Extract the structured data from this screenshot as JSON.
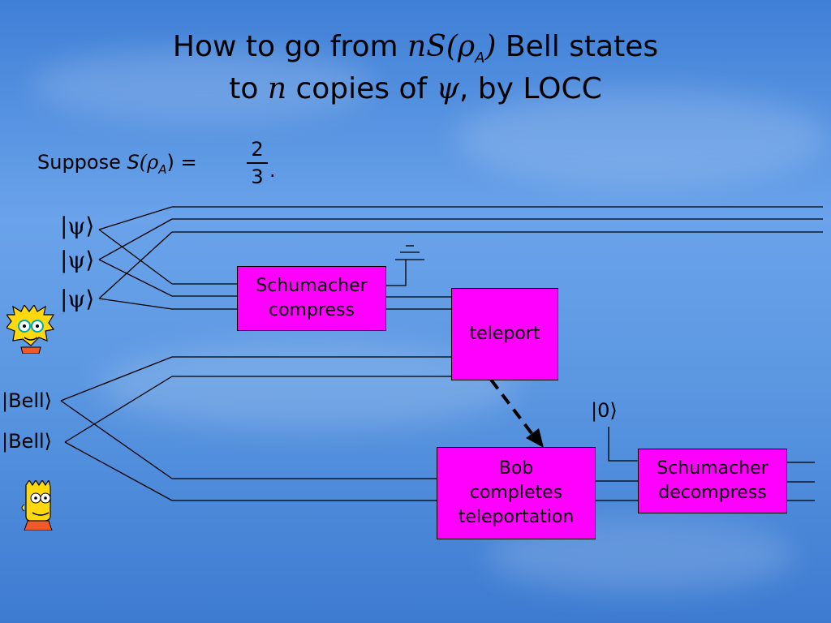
{
  "title": {
    "line1_pre": "How to go from ",
    "line1_n": "n",
    "line1_s": "S",
    "line1_rho": "(ρ",
    "line1_sub": "A",
    "line1_close": ")",
    "line1_post": " Bell states",
    "line2_pre": "to ",
    "line2_n": "n",
    "line2_mid": " copies of ",
    "line2_psi": "ψ",
    "line2_post": ", by LOCC"
  },
  "suppose": {
    "prefix": "Suppose ",
    "s": "S",
    "rho": "(ρ",
    "sub": "A",
    "close": ") =",
    "numerator": "2",
    "denominator": "3",
    "period": "."
  },
  "kets": {
    "psi1": "|ψ⟩",
    "psi2": "|ψ⟩",
    "psi3": "|ψ⟩",
    "bell1": "|Bell⟩",
    "bell2": "|Bell⟩",
    "zero": "|0⟩"
  },
  "boxes": {
    "compress": [
      "Schumacher",
      "compress"
    ],
    "teleport": "teleport",
    "bob": [
      "Bob",
      "completes",
      "teleportation"
    ],
    "decompress": [
      "Schumacher",
      "decompress"
    ]
  },
  "characters": {
    "alice_icon": "lisa-face-icon",
    "bob_icon": "bart-face-icon"
  },
  "colors": {
    "box_fill": "#ff00ff",
    "wire": "#000000"
  }
}
